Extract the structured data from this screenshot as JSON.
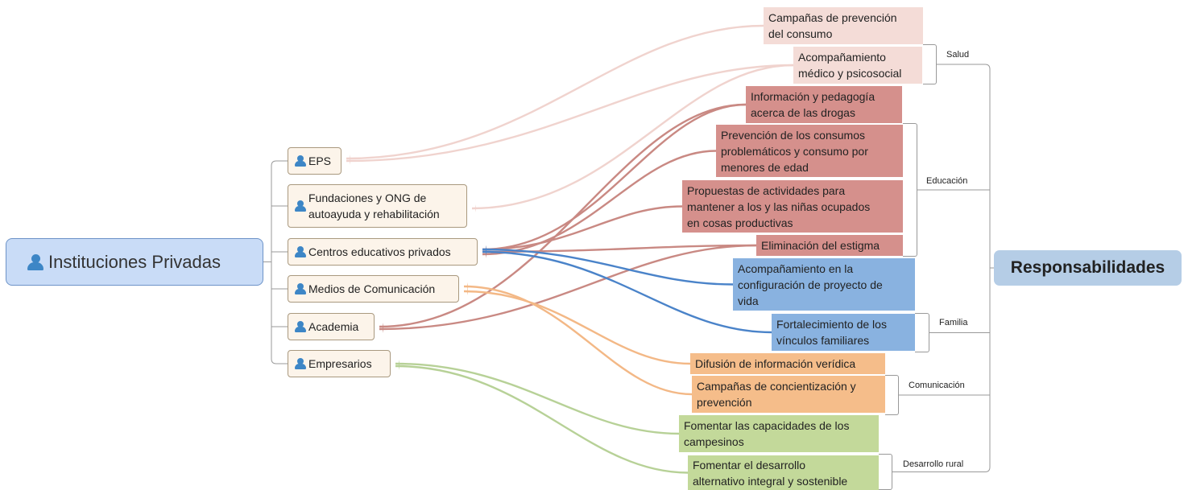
{
  "root": {
    "label": "Instituciones Privadas",
    "icon": "person-icon"
  },
  "actors": [
    {
      "id": "eps",
      "lines": [
        "EPS"
      ]
    },
    {
      "id": "fundaciones",
      "lines": [
        "Fundaciones y ONG de",
        "autoayuda y rehabilitación"
      ]
    },
    {
      "id": "centros",
      "lines": [
        "Centros educativos privados"
      ]
    },
    {
      "id": "medios",
      "lines": [
        "Medios de Comunicación"
      ]
    },
    {
      "id": "academia",
      "lines": [
        "Academia"
      ]
    },
    {
      "id": "empresarios",
      "lines": [
        "Empresarios"
      ]
    }
  ],
  "responsabilidades": {
    "label": "Responsabilidades"
  },
  "categories": [
    {
      "id": "salud",
      "label": "Salud",
      "color": "#f4dcd7"
    },
    {
      "id": "educacion",
      "label": "Educación",
      "color": "#d5908c"
    },
    {
      "id": "familia",
      "label": "Familia",
      "color": "#89b2e0"
    },
    {
      "id": "comunicacion",
      "label": "Comunicación",
      "color": "#f5bd8a"
    },
    {
      "id": "rural",
      "label": "Desarrollo rural",
      "color": "#c3d99a"
    }
  ],
  "tasks": [
    {
      "id": "t1",
      "category": "salud",
      "lines": [
        "Campañas de prevención",
        "del consumo"
      ]
    },
    {
      "id": "t2",
      "category": "salud",
      "lines": [
        "Acompañamiento",
        "médico y psicosocial"
      ]
    },
    {
      "id": "t3",
      "category": "educacion",
      "lines": [
        "Información y pedagogía",
        "acerca de las drogas"
      ]
    },
    {
      "id": "t4",
      "category": "educacion",
      "lines": [
        "Prevención de los consumos",
        "problemáticos y consumo por",
        "menores de edad"
      ]
    },
    {
      "id": "t5",
      "category": "educacion",
      "lines": [
        "Propuestas de actividades para",
        "mantener a los y las niñas ocupados",
        "en cosas productivas"
      ]
    },
    {
      "id": "t6",
      "category": "educacion",
      "lines": [
        "Eliminación del estigma"
      ]
    },
    {
      "id": "t7",
      "category": "familia",
      "lines": [
        "Acompañamiento en la",
        "configuración de proyecto de",
        "vida"
      ]
    },
    {
      "id": "t8",
      "category": "familia",
      "lines": [
        "Fortalecimiento de los",
        "vínculos familiares"
      ]
    },
    {
      "id": "t9",
      "category": "comunicacion",
      "lines": [
        "Difusión de información verídica"
      ]
    },
    {
      "id": "t10",
      "category": "comunicacion",
      "lines": [
        "Campañas de concientización y",
        "prevención"
      ]
    },
    {
      "id": "t11",
      "category": "rural",
      "lines": [
        "Fomentar las capacidades de los",
        "campesinos"
      ]
    },
    {
      "id": "t12",
      "category": "rural",
      "lines": [
        "Fomentar el desarrollo",
        "alternativo integral y sostenible"
      ]
    }
  ],
  "links": [
    {
      "from": "t1",
      "to": "eps",
      "color": "#f0d3ce"
    },
    {
      "from": "t2",
      "to": "eps",
      "color": "#f0d3ce"
    },
    {
      "from": "t2",
      "to": "fundaciones",
      "color": "#f0d3ce"
    },
    {
      "from": "t3",
      "to": "centros",
      "color": "#c98983"
    },
    {
      "from": "t3",
      "to": "academia",
      "color": "#c98983"
    },
    {
      "from": "t4",
      "to": "centros",
      "color": "#c98983"
    },
    {
      "from": "t5",
      "to": "centros",
      "color": "#c98983"
    },
    {
      "from": "t6",
      "to": "centros",
      "color": "#c98983"
    },
    {
      "from": "t6",
      "to": "academia",
      "color": "#c98983"
    },
    {
      "from": "t7",
      "to": "centros",
      "color": "#4a83c9"
    },
    {
      "from": "t8",
      "to": "centros",
      "color": "#4a83c9"
    },
    {
      "from": "t9",
      "to": "medios",
      "color": "#f3b886"
    },
    {
      "from": "t10",
      "to": "medios",
      "color": "#f3b886"
    },
    {
      "from": "t11",
      "to": "empresarios",
      "color": "#b7d197"
    },
    {
      "from": "t12",
      "to": "empresarios",
      "color": "#b7d197"
    }
  ]
}
